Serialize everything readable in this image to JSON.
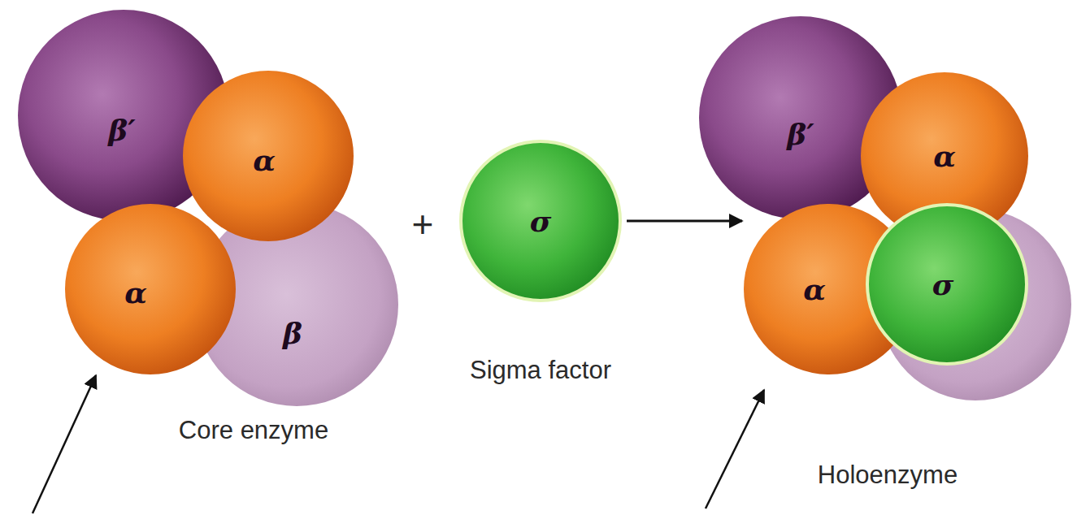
{
  "diagram": {
    "nodes": [
      {
        "text": [
          "β′"
        ]
      },
      {
        "text": [
          "α"
        ]
      },
      {
        "text": [
          "α"
        ]
      },
      {
        "text": [
          "β"
        ]
      },
      {
        "text": [
          "σ"
        ]
      },
      {
        "text": [
          "β′"
        ]
      },
      {
        "text": [
          "α"
        ]
      },
      {
        "text": [
          "α"
        ]
      },
      {
        "text": [
          "σ"
        ]
      }
    ],
    "edges": [
      {
        "from": 4,
        "to": 7,
        "arrow": "to"
      }
    ],
    "labels": [
      "Core enzyme",
      "+",
      "Sigma factor",
      "Holoenzyme"
    ]
  }
}
